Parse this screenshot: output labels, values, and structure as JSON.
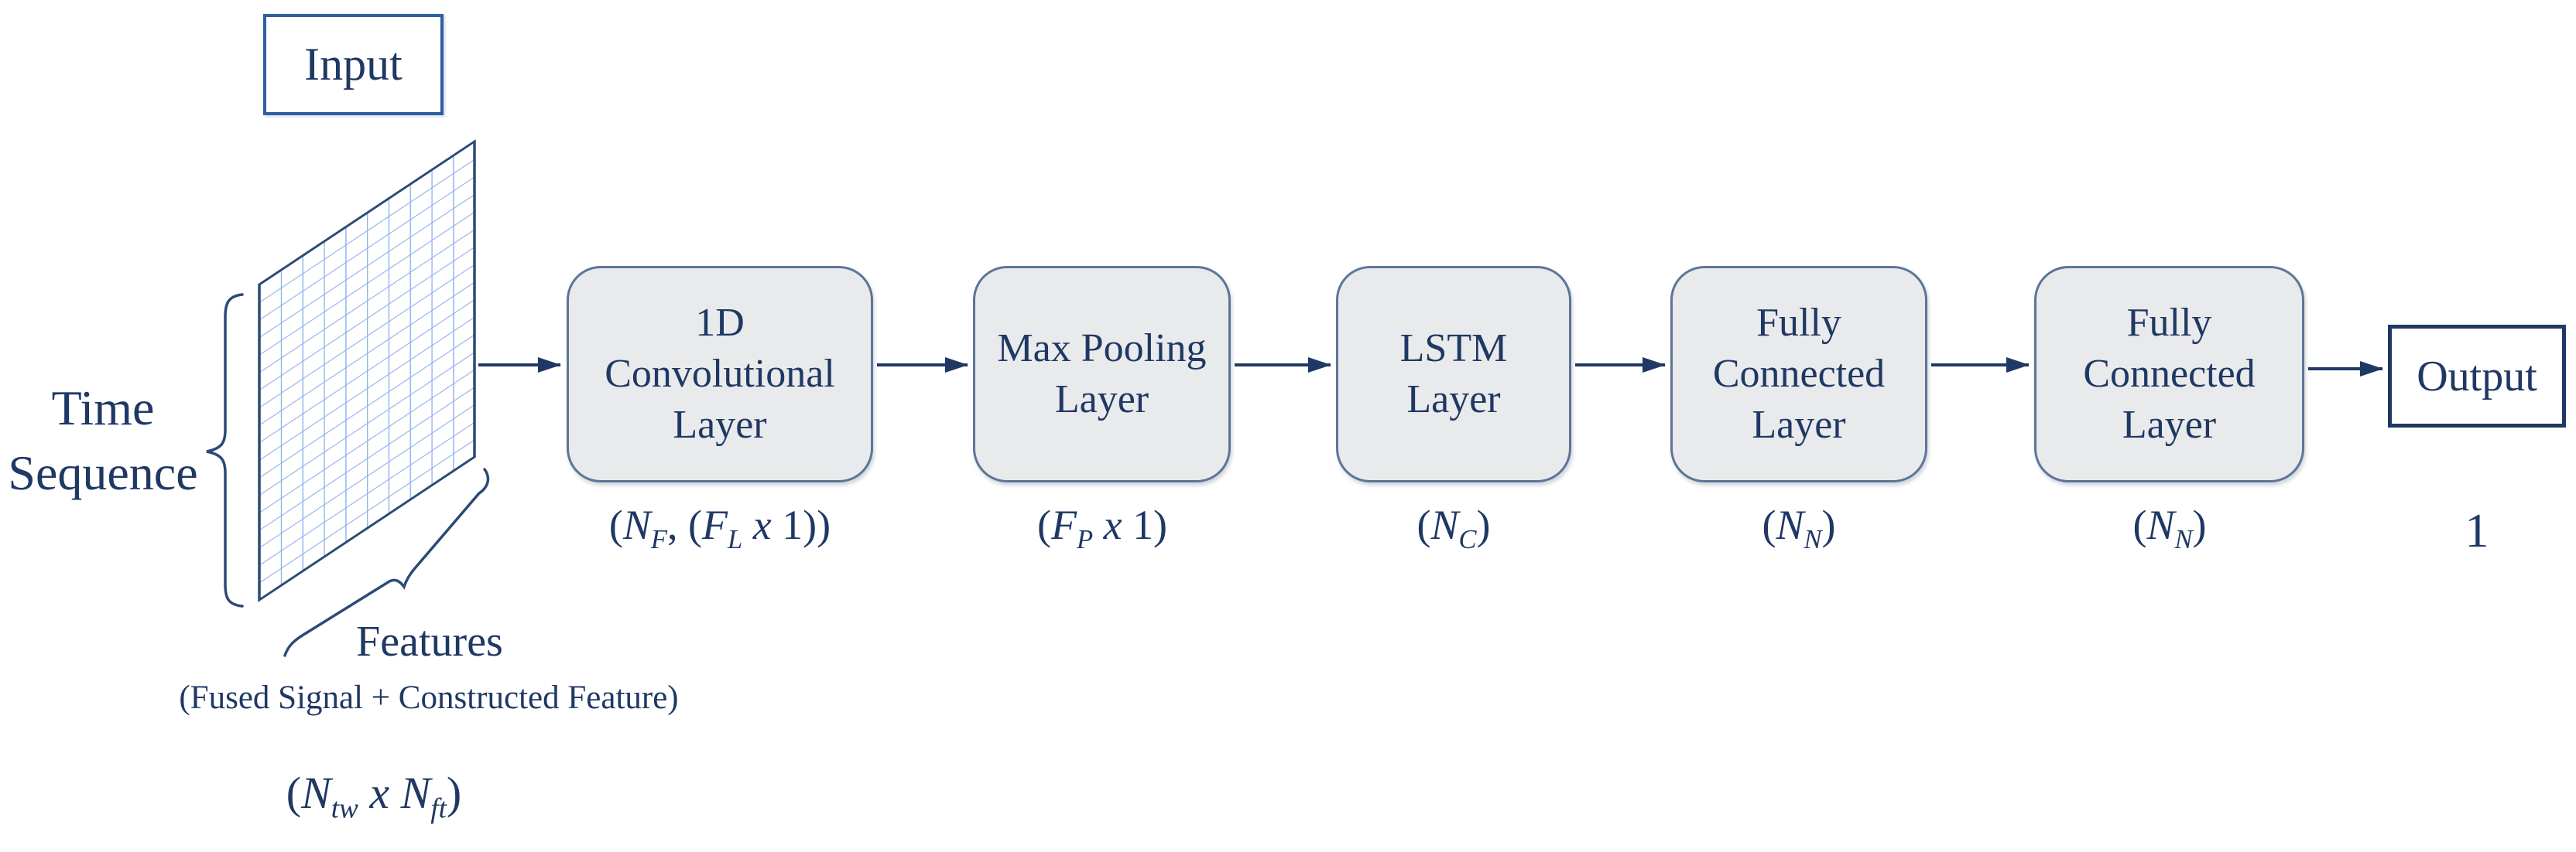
{
  "diagram": {
    "input": {
      "label": "Input"
    },
    "matrix": {
      "time_axis_lines": [
        "Time",
        "Sequence"
      ],
      "features_label": "Features",
      "features_caption": "(Fused Signal + Constructed Feature)",
      "dims_math": "(N_tw x N_ft)",
      "grid_columns": 10,
      "grid_rows": 18
    },
    "layers": [
      {
        "id": "conv1d",
        "lines": [
          "1D",
          "Convolutional",
          "Layer"
        ],
        "params_math": "(N_F, (F_L x 1))"
      },
      {
        "id": "maxpool",
        "lines": [
          "Max Pooling",
          "Layer"
        ],
        "params_math": "(F_P x 1)"
      },
      {
        "id": "lstm",
        "lines": [
          "LSTM",
          "Layer"
        ],
        "params_math": "(N_C)"
      },
      {
        "id": "fc1",
        "lines": [
          "Fully",
          "Connected",
          "Layer"
        ],
        "params_math": "(N_N)"
      },
      {
        "id": "fc2",
        "lines": [
          "Fully",
          "Connected",
          "Layer"
        ],
        "params_math": "(N_N)"
      }
    ],
    "output": {
      "label": "Output",
      "dim": "1"
    },
    "colors": {
      "text_navy": "#1F3864",
      "box_fill": "#E9EAEB",
      "box_border": "#5C7599",
      "input_border": "#2E5F9E",
      "output_border": "#1F3864",
      "grid_line": "#8FB4EC",
      "grid_outline": "#2B4A77",
      "arrow": "#1F3864"
    }
  }
}
